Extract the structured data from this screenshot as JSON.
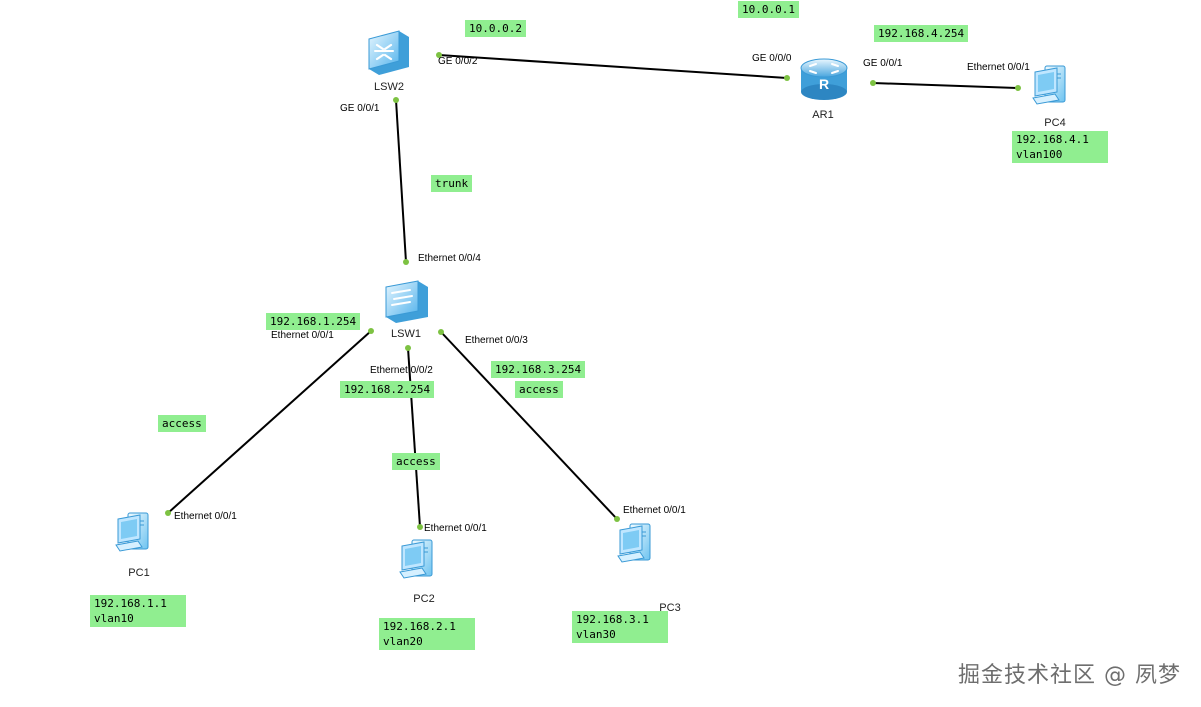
{
  "devices": {
    "lsw2": {
      "name": "LSW2",
      "type": "L3-switch"
    },
    "lsw1": {
      "name": "LSW1",
      "type": "L2-switch"
    },
    "ar1": {
      "name": "AR1",
      "type": "router"
    },
    "pc1": {
      "name": "PC1",
      "type": "pc"
    },
    "pc2": {
      "name": "PC2",
      "type": "pc"
    },
    "pc3": {
      "name": "PC3",
      "type": "pc"
    },
    "pc4": {
      "name": "PC4",
      "type": "pc"
    }
  },
  "ports": {
    "lsw2_ge002": "GE 0/0/2",
    "lsw2_ge001": "GE 0/0/1",
    "ar1_ge000": "GE 0/0/0",
    "ar1_ge001": "GE 0/0/1",
    "pc4_eth": "Ethernet 0/0/1",
    "lsw1_e004": "Ethernet 0/0/4",
    "lsw1_e001": "Ethernet 0/0/1",
    "lsw1_e002": "Ethernet 0/0/2",
    "lsw1_e003": "Ethernet 0/0/3",
    "pc1_eth": "Ethernet 0/0/1",
    "pc2_eth": "Ethernet 0/0/1",
    "pc3_eth": "Ethernet 0/0/1"
  },
  "notes": {
    "lsw2_ip": "10.0.0.2",
    "ar1_ip": "10.0.0.1",
    "ar1_lan_ip": "192.168.4.254",
    "pc4_info": "192.168.4.1\nvlan100",
    "trunk": "trunk",
    "vlanif10": "192.168.1.254",
    "vlanif20": "192.168.2.254",
    "vlanif30": "192.168.3.254",
    "access1": "access",
    "access2": "access",
    "access3": "access",
    "pc1_info": "192.168.1.1\nvlan10",
    "pc2_info": "192.168.2.1\nvlan20",
    "pc3_info": "192.168.3.1\nvlan30"
  },
  "watermark": "掘金技术社区 @ 夙梦",
  "colors": {
    "note_bg": "#90ee90",
    "link": "#000000",
    "port_dot": "#7dc242",
    "device_blue": "#4aa8e0"
  }
}
